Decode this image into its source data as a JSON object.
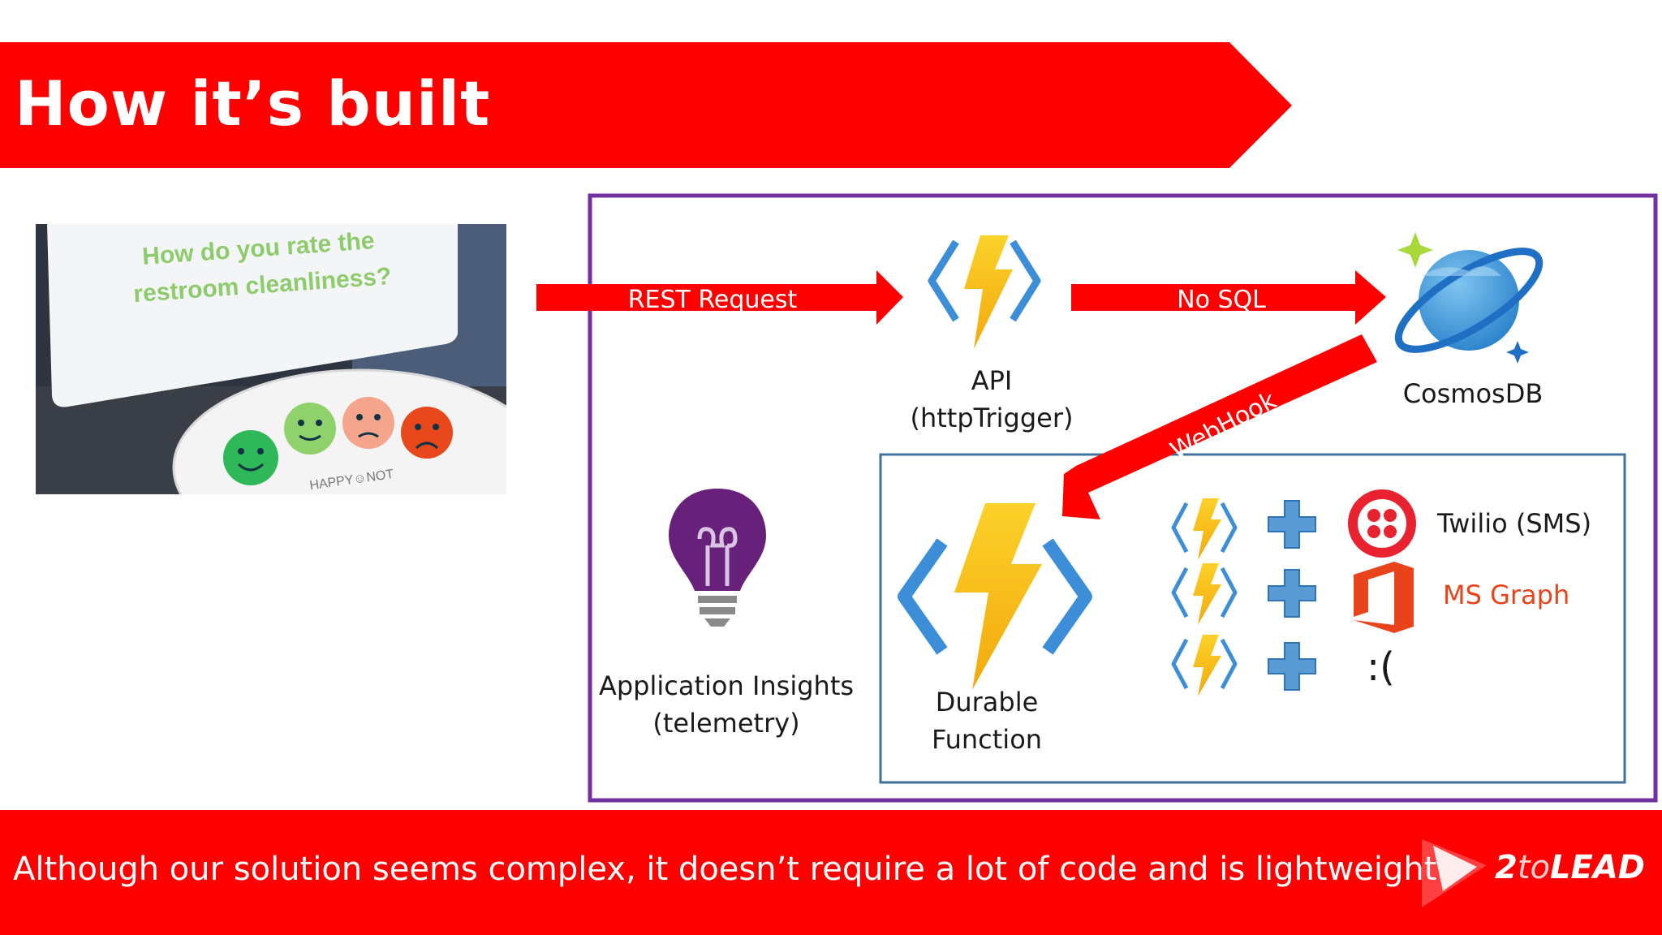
{
  "slide": {
    "title": "How it’s built"
  },
  "photo": {
    "question_line1": "How do you rate the",
    "question_line2": "restroom cleanliness?",
    "brand": "HAPPY☺NOT"
  },
  "diagram": {
    "rest_request": "REST Request",
    "no_sql": "No SQL",
    "webhook": "WebHook",
    "api_line1": "API",
    "api_line2": "(httpTrigger)",
    "cosmos": "CosmosDB",
    "app_insights_line1": "Application Insights",
    "app_insights_line2": "(telemetry)",
    "durable_line1": "Durable",
    "durable_line2": "Function",
    "twilio": "Twilio (SMS)",
    "ms_graph": "MS Graph",
    "sad_face": ":("
  },
  "footer": {
    "text": "Although our solution seems complex, it doesn’t require a lot of code and is lightweight",
    "logo_prefix": "2",
    "logo_to": "to",
    "logo_lead": "LEAD"
  },
  "colors": {
    "brand_red": "#ff0000",
    "frame_purple": "#7030a0",
    "inner_box": "#41719c",
    "azure_blue": "#3c8ed8",
    "bolt_yellow": "#f7c31c",
    "office_orange": "#e8431a",
    "twilio_red": "#e8222f"
  },
  "icons": [
    "function-icon",
    "cosmosdb-icon",
    "lightbulb-icon",
    "plus-icon",
    "twilio-icon",
    "office-icon"
  ]
}
